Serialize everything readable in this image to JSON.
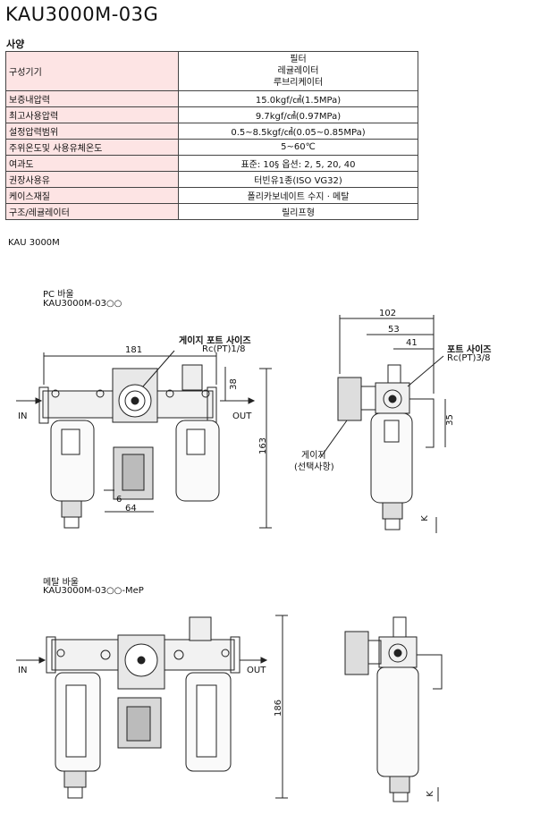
{
  "title": "KAU3000M-03G",
  "section": "사양",
  "spec_rows": [
    {
      "key": "구성기기",
      "value": [
        "필터",
        "레귤레이터",
        "루브리케이터"
      ]
    },
    {
      "key": "보증내압력",
      "value": [
        "15.0kgf/㎠(1.5MPa)"
      ]
    },
    {
      "key": "최고사용압력",
      "value": [
        "9.7kgf/㎠(0.97MPa)"
      ]
    },
    {
      "key": "설정압력범위",
      "value": [
        "0.5~8.5kgf/㎠(0.05~0.85MPa)"
      ]
    },
    {
      "key": "주위온도및 사용유체온도",
      "value": [
        "5~60℃"
      ]
    },
    {
      "key": "여과도",
      "value": [
        "표준: 10§ 옵션: 2, 5, 20, 40"
      ]
    },
    {
      "key": "권장사용유",
      "value": [
        "터빈유1종(ISO VG32)"
      ]
    },
    {
      "key": "케이스재질",
      "value": [
        "폴리카보네이트 수지 · 메탈"
      ]
    },
    {
      "key": "구조/레귤레이터",
      "value": [
        "릴리프형"
      ]
    }
  ],
  "model_label": "KAU 3000M",
  "pc": {
    "bowl": "PC 바울",
    "code": "KAU3000M-03○○",
    "gauge_port": "게이지 포트 사이즈",
    "gauge_port_size": "Rc(PT)1/8",
    "in": "IN",
    "out": "OUT",
    "dims": {
      "width": "181",
      "top": "38",
      "height": "163",
      "d6": "6",
      "d64": "64"
    },
    "side_dims": {
      "d102": "102",
      "d53": "53",
      "d41": "41",
      "d35": "35",
      "k": "K"
    },
    "port": "포트 사이즈",
    "port_size": "Rc(PT)3/8",
    "gauge": "게이지",
    "gauge_opt": "(선택사항)"
  },
  "metal": {
    "bowl": "메탈 바울",
    "code": "KAU3000M-03○○-MeP",
    "in": "IN",
    "out": "OUT",
    "height": "186",
    "k": "K"
  }
}
